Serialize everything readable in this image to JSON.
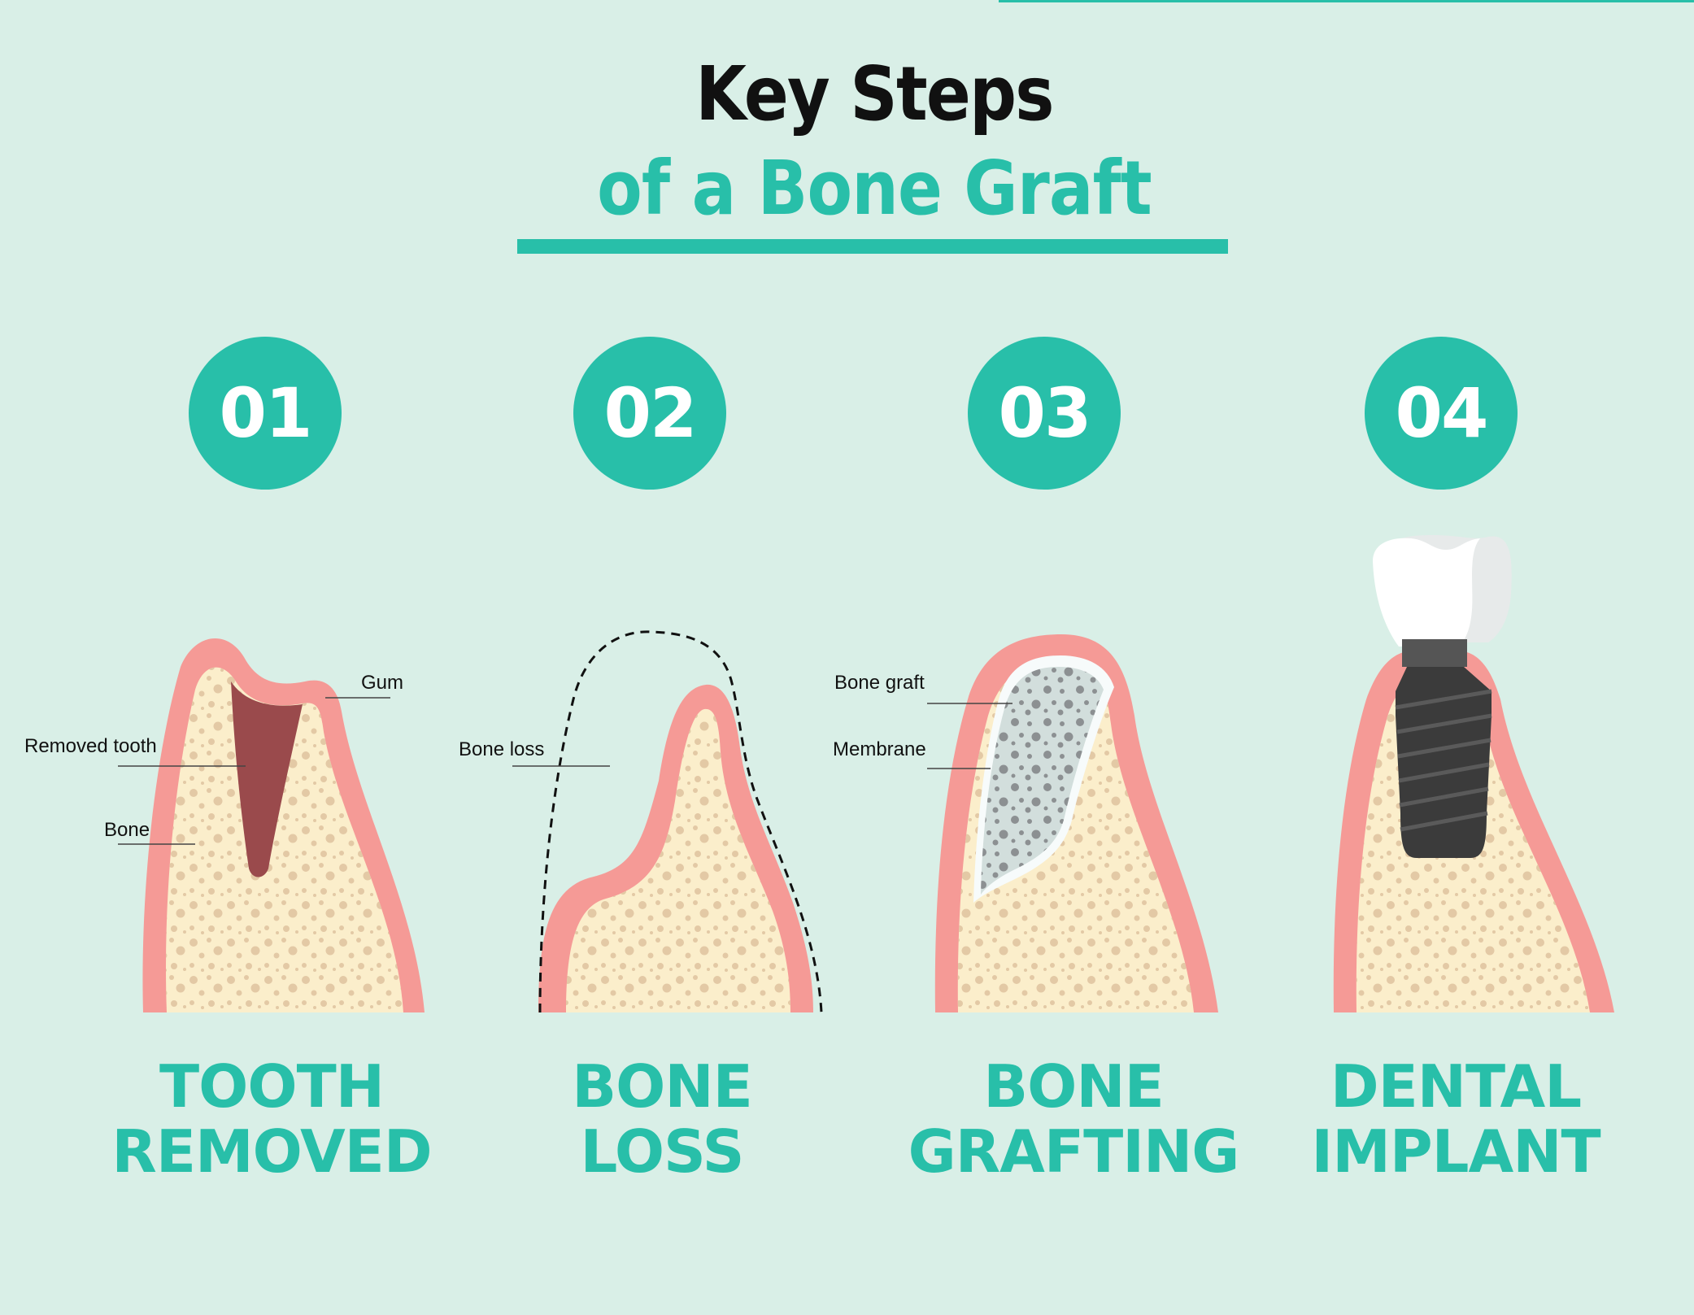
{
  "title": {
    "line1": "Key Steps",
    "line2": "of a Bone Graft"
  },
  "steps": [
    {
      "number": "01",
      "label_line1": "TOOTH",
      "label_line2": "REMOVED",
      "annotations": [
        "Gum",
        "Removed tooth",
        "Bone"
      ]
    },
    {
      "number": "02",
      "label_line1": "BONE",
      "label_line2": "LOSS",
      "annotations": [
        "Bone loss"
      ]
    },
    {
      "number": "03",
      "label_line1": "BONE",
      "label_line2": "GRAFTING",
      "annotations": [
        "Bone graft",
        "Membrane"
      ]
    },
    {
      "number": "04",
      "label_line1": "DENTAL",
      "label_line2": "IMPLANT",
      "annotations": []
    }
  ],
  "colors": {
    "background": "#d9efe7",
    "accent": "#28bfa9",
    "gum": "#f59a96",
    "bone": "#fbeecb",
    "bone_pores": "#e3c9a5",
    "removed_tooth": "#9a4a4c",
    "graft": "#d2dedc",
    "graft_dots": "#8c9092",
    "implant": "#3b3b3b",
    "crown": "#ffffff"
  }
}
